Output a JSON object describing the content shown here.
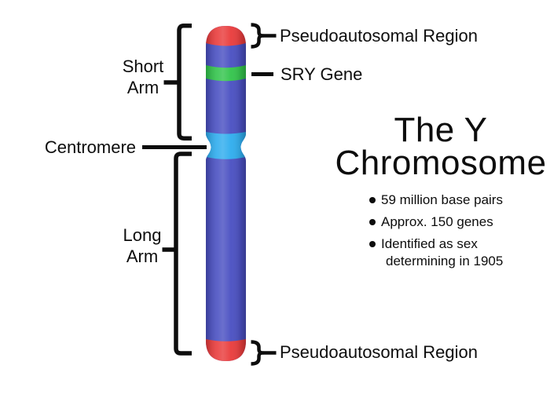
{
  "title": {
    "line1": "The Y",
    "line2": "Chromosome"
  },
  "facts": [
    {
      "lines": [
        "59 million base pairs"
      ]
    },
    {
      "lines": [
        "Approx. 150 genes"
      ]
    },
    {
      "lines": [
        "Identified as sex",
        "determining in 1905"
      ]
    }
  ],
  "labels": {
    "pseudoautosomal_top": "Pseudoautosomal Region",
    "sry_gene": "SRY Gene",
    "centromere": "Centromere",
    "short_arm_line1": "Short",
    "short_arm_line2": "Arm",
    "long_arm_line1": "Long",
    "long_arm_line2": "Arm",
    "pseudoautosomal_bottom": "Pseudoautosomal Region"
  },
  "colors": {
    "chromosome_body": "#4a50c2",
    "pseudoautosomal_red": "#e93c3c",
    "sry_green": "#33c44c",
    "centromere_cyan": "#2fadee",
    "line_black": "#0d0d0d",
    "background": "#ffffff"
  }
}
